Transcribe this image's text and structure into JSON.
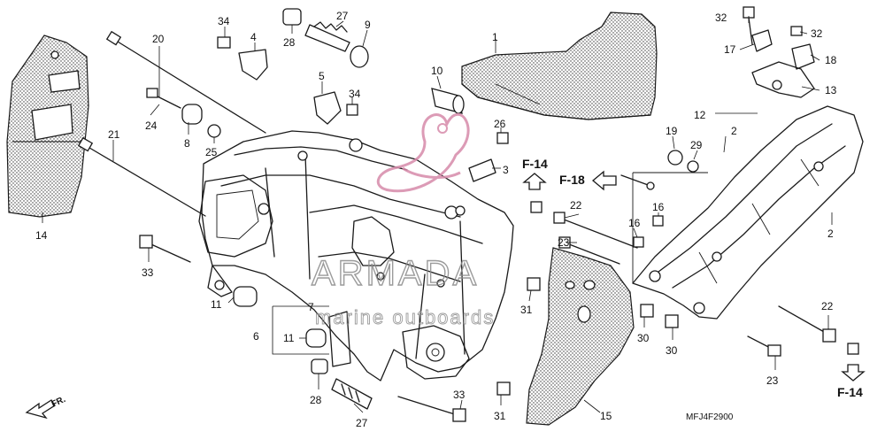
{
  "diagram_code": "MFJ4F2900",
  "front_marker": "FR.",
  "watermark": {
    "brand": "ARMADA",
    "tagline": "marine outboards"
  },
  "references": {
    "f14_top": "F-14",
    "f18": "F-18",
    "f14_bottom": "F-14"
  },
  "callouts": [
    {
      "id": "c1",
      "label": "1"
    },
    {
      "id": "c2a",
      "label": "2"
    },
    {
      "id": "c2b",
      "label": "2"
    },
    {
      "id": "c3",
      "label": "3"
    },
    {
      "id": "c4",
      "label": "4"
    },
    {
      "id": "c5",
      "label": "5"
    },
    {
      "id": "c6",
      "label": "6"
    },
    {
      "id": "c7",
      "label": "7"
    },
    {
      "id": "c8",
      "label": "8"
    },
    {
      "id": "c9",
      "label": "9"
    },
    {
      "id": "c10",
      "label": "10"
    },
    {
      "id": "c11a",
      "label": "11"
    },
    {
      "id": "c11b",
      "label": "11"
    },
    {
      "id": "c12",
      "label": "12"
    },
    {
      "id": "c13",
      "label": "13"
    },
    {
      "id": "c14",
      "label": "14"
    },
    {
      "id": "c15",
      "label": "15"
    },
    {
      "id": "c16a",
      "label": "16"
    },
    {
      "id": "c16b",
      "label": "16"
    },
    {
      "id": "c17",
      "label": "17"
    },
    {
      "id": "c18",
      "label": "18"
    },
    {
      "id": "c19",
      "label": "19"
    },
    {
      "id": "c20",
      "label": "20"
    },
    {
      "id": "c21",
      "label": "21"
    },
    {
      "id": "c22a",
      "label": "22"
    },
    {
      "id": "c22b",
      "label": "22"
    },
    {
      "id": "c23a",
      "label": "23"
    },
    {
      "id": "c23b",
      "label": "23"
    },
    {
      "id": "c24",
      "label": "24"
    },
    {
      "id": "c25",
      "label": "25"
    },
    {
      "id": "c26",
      "label": "26"
    },
    {
      "id": "c27a",
      "label": "27"
    },
    {
      "id": "c27b",
      "label": "27"
    },
    {
      "id": "c28a",
      "label": "28"
    },
    {
      "id": "c28b",
      "label": "28"
    },
    {
      "id": "c29",
      "label": "29"
    },
    {
      "id": "c30a",
      "label": "30"
    },
    {
      "id": "c30b",
      "label": "30"
    },
    {
      "id": "c31a",
      "label": "31"
    },
    {
      "id": "c31b",
      "label": "31"
    },
    {
      "id": "c32a",
      "label": "32"
    },
    {
      "id": "c32b",
      "label": "32"
    },
    {
      "id": "c33a",
      "label": "33"
    },
    {
      "id": "c33b",
      "label": "33"
    },
    {
      "id": "c34a",
      "label": "34"
    },
    {
      "id": "c34b",
      "label": "34"
    }
  ]
}
